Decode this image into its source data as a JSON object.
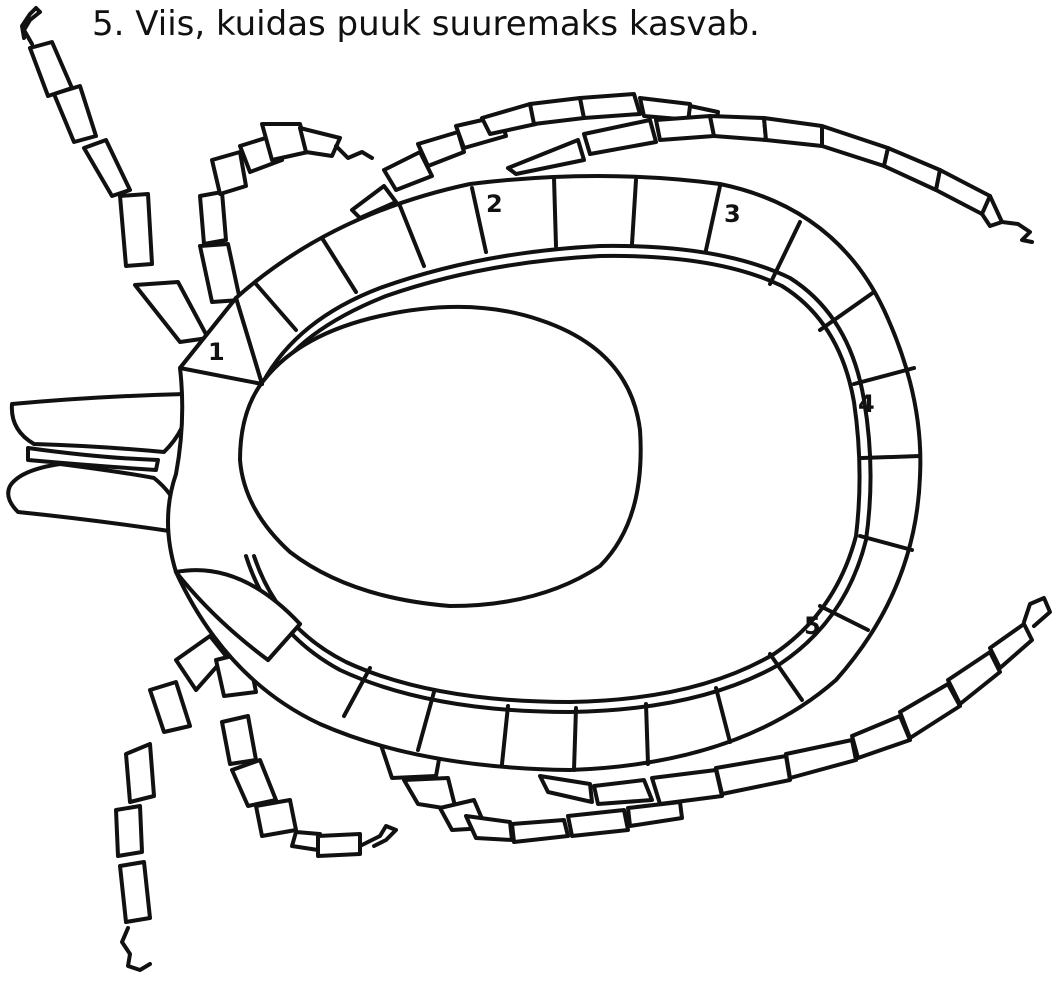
{
  "title": "5. Viis, kuidas puuk suuremaks kasvab.",
  "labels": [
    "1",
    "2",
    "3",
    "4",
    "5"
  ],
  "colors": {
    "ink": "#111111",
    "paper": "#ffffff"
  }
}
